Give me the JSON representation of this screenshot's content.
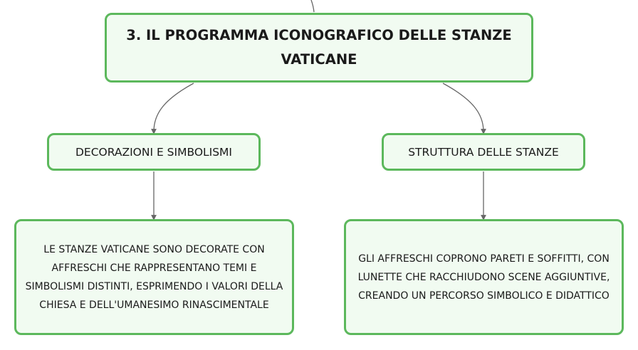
{
  "diagram": {
    "root": {
      "title": "3. IL PROGRAMMA ICONOGRAFICO DELLE STANZE VATICANE"
    },
    "branches": [
      {
        "label": "DECORAZIONI E SIMBOLISMI",
        "detail": "LE STANZE VATICANE SONO DECORATE CON AFFRESCHI CHE RAPPRESENTANO TEMI E SIMBOLISMI DISTINTI, ESPRIMENDO I VALORI DELLA CHIESA E DELL'UMANESIMO RINASCIMENTALE"
      },
      {
        "label": "STRUTTURA DELLE STANZE",
        "detail": "GLI AFFRESCHI COPRONO PARETI E SOFFITTI, CON LUNETTE CHE RACCHIUDONO SCENE AGGIUNTIVE, CREANDO UN PERCORSO SIMBOLICO E DIDATTICO"
      }
    ],
    "colors": {
      "node_border": "#5cb85c",
      "node_fill": "#f1fbf1",
      "connector": "#666666"
    }
  }
}
